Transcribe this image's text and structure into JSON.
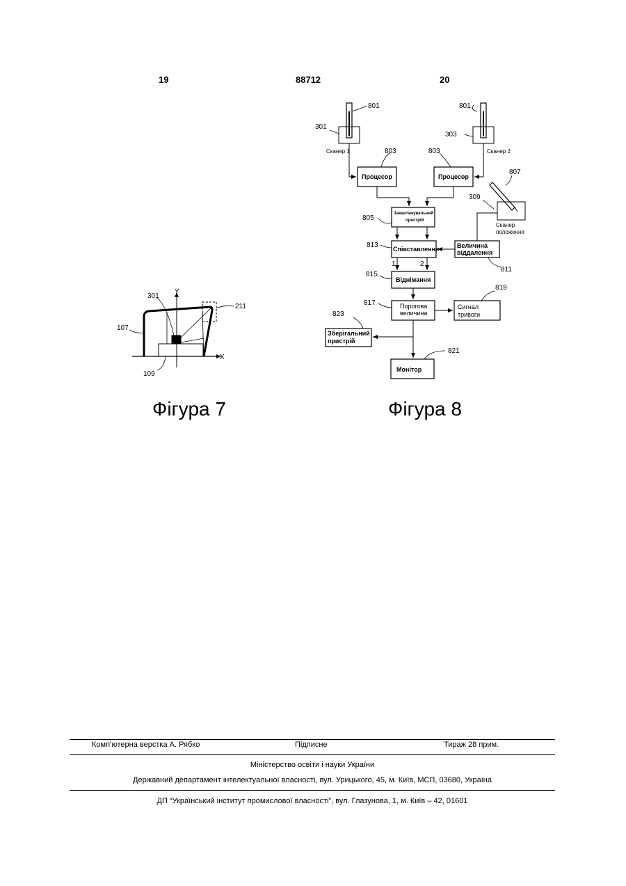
{
  "header": {
    "left_page": "19",
    "patent_number": "88712",
    "right_page": "20"
  },
  "figure7": {
    "caption": "Фігура 7",
    "labels": {
      "ref_301": "301",
      "axis_y": "Y",
      "axis_x": "X",
      "ref_211": "211",
      "ref_107": "107",
      "ref_109": "109"
    }
  },
  "figure8": {
    "caption": "Фігура 8",
    "labels": {
      "ref_801_left": "801",
      "ref_801_right": "801",
      "ref_301": "301",
      "ref_303": "303",
      "scanner1": "Сканер 1",
      "scanner2": "Сканер 2",
      "ref_803_left": "803",
      "ref_803_right": "803",
      "ref_807": "807",
      "ref_309": "309",
      "ref_805": "805",
      "ref_813": "813",
      "ref_811": "811",
      "ref_815": "815",
      "ref_817": "817",
      "ref_819": "819",
      "ref_823": "823",
      "ref_821": "821",
      "input_1": "1",
      "input_2": "2",
      "position_scanner_l1": "Сканер",
      "position_scanner_l2": "положення"
    },
    "blocks": {
      "processor_left": "Процесор",
      "processor_right": "Процесор",
      "loader_l1": "Завантажувальний",
      "loader_l2": "пристрій",
      "comparison": "Співставлення",
      "distance_l1": "Величина",
      "distance_l2": "віддалення",
      "subtraction": "Віднімання",
      "threshold_l1": "Порогова",
      "threshold_l2": "величина",
      "alarm_l1": "Сигнал",
      "alarm_l2": "тривоги",
      "storage_l1": "Зберігальний",
      "storage_l2": "пристрій",
      "monitor": "Монітор"
    }
  },
  "footer": {
    "layout_by": "Комп’ютерна верстка А. Рябко",
    "signed": "Підписне",
    "circulation": "Тираж 28 прим.",
    "ministry": "Міністерство освіти і науки України",
    "department": "Державний департамент інтелектуальної власності, вул. Урицького, 45, м. Київ, МСП, 03680, Україна",
    "institute": "ДП “Український інститут промислової власності”, вул. Глазунова, 1, м. Київ – 42, 01601"
  }
}
